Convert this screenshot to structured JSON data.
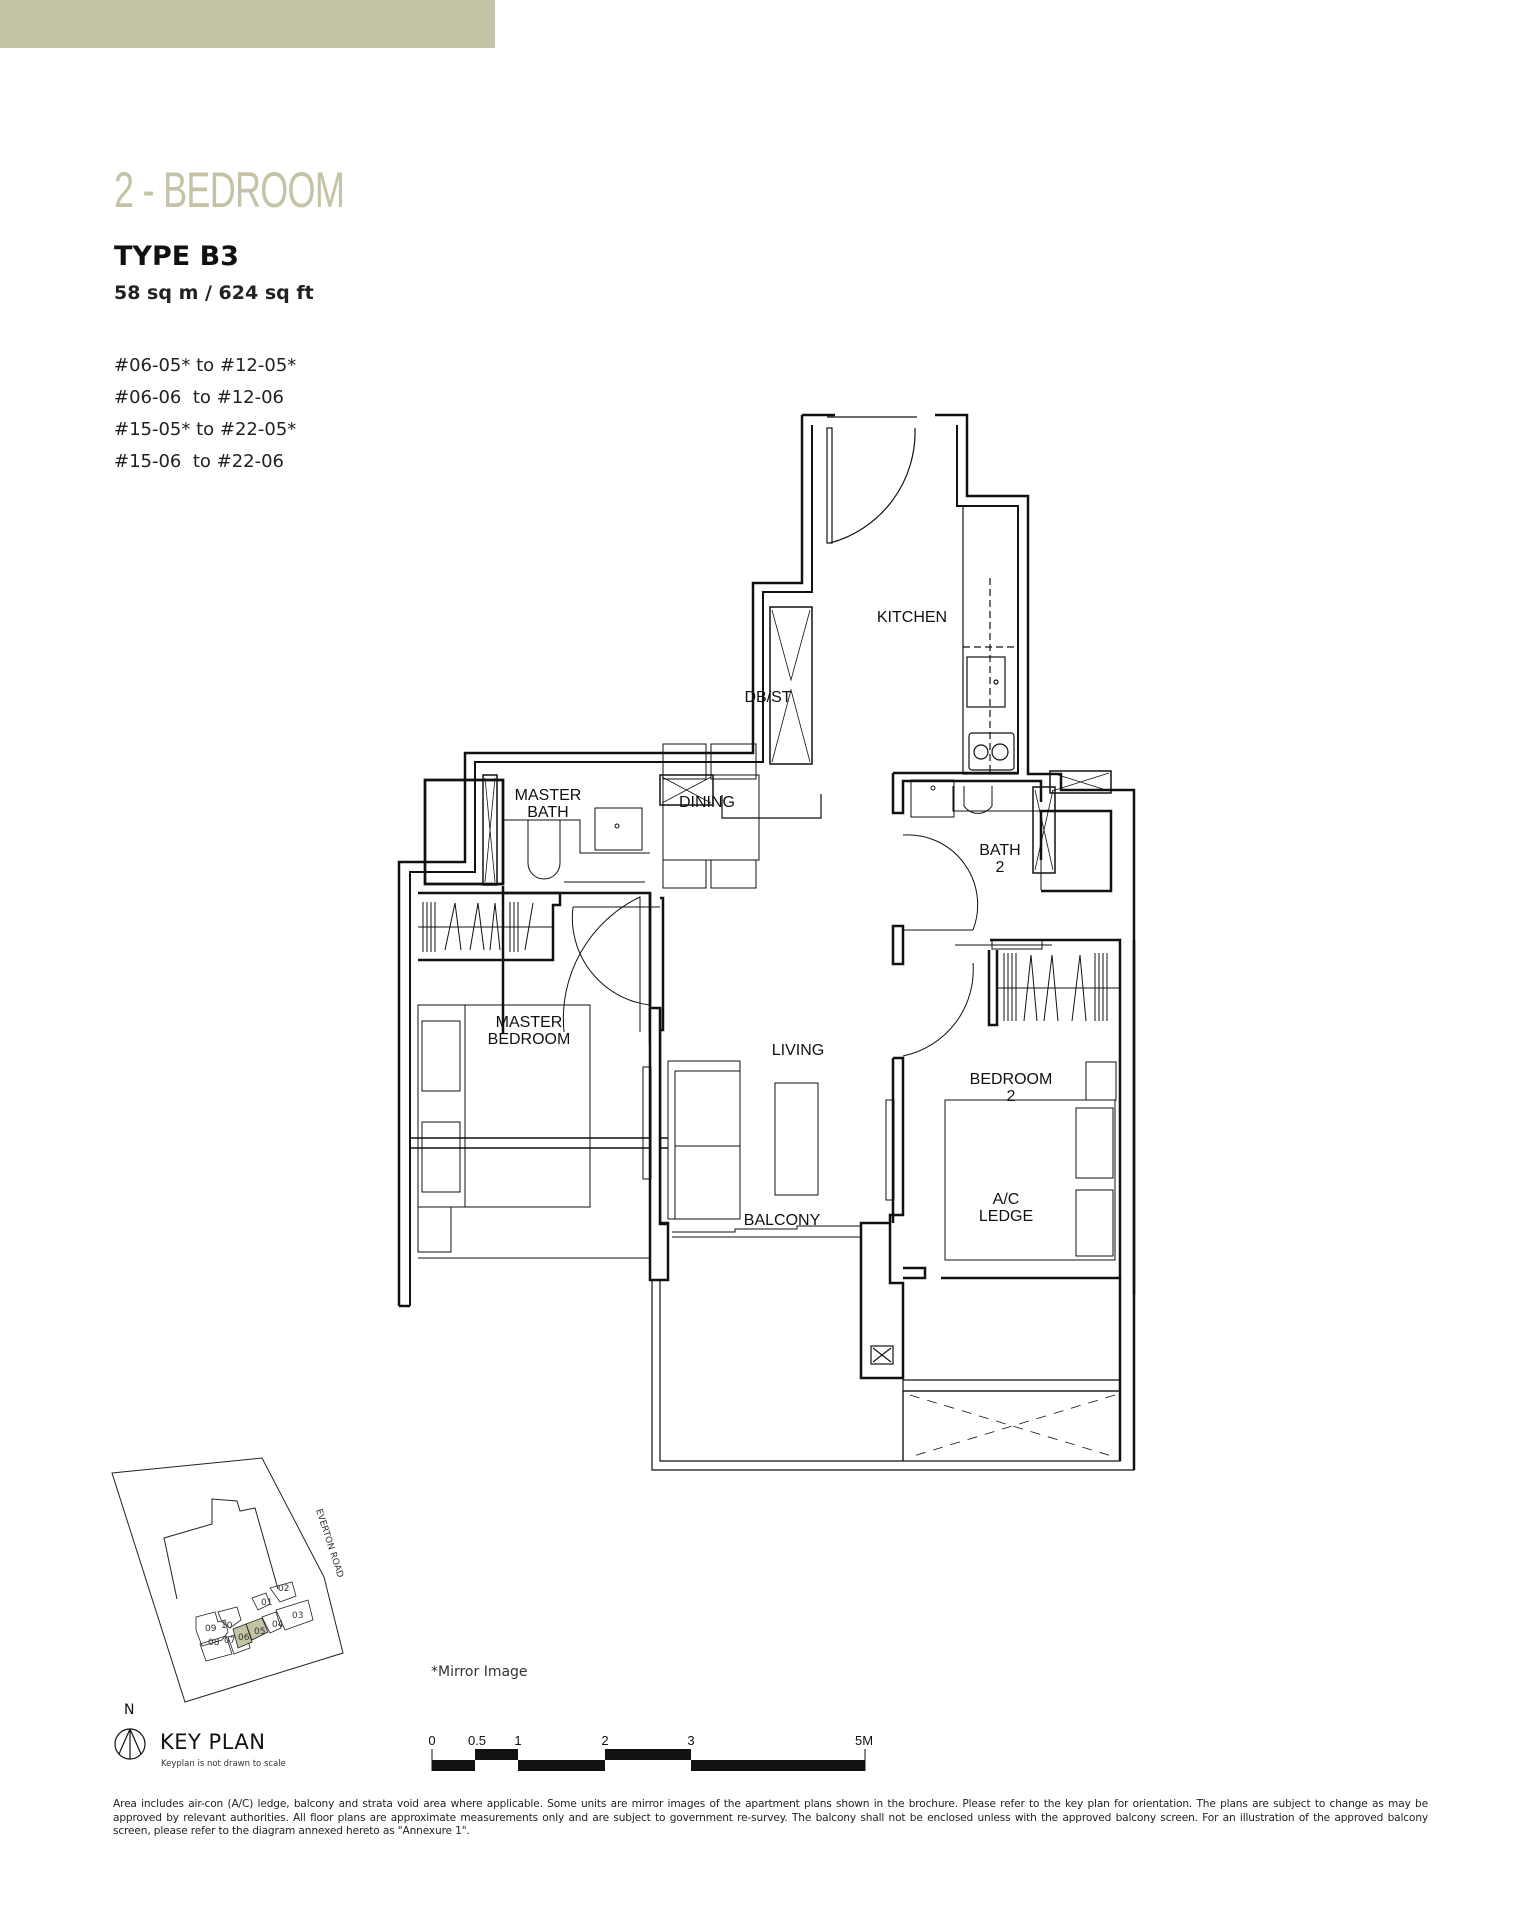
{
  "header": {
    "accent_color": "#c4c3a6",
    "category": "2 - BEDROOM",
    "type": "TYPE B3",
    "size": "58 sq m / 624 sq ft",
    "units": [
      "#06-05* to #12-05*",
      "#06-06  to #12-06",
      "#15-05* to #22-05*",
      "#15-06  to #22-06"
    ]
  },
  "floor_plan": {
    "rooms": {
      "kitchen": "KITCHEN",
      "dbst": "DB/ST",
      "master_bath_1": "MASTER",
      "master_bath_2": "BATH",
      "dining": "DINING",
      "bath2_1": "BATH",
      "bath2_2": "2",
      "master_bedroom_1": "MASTER",
      "master_bedroom_2": "BEDROOM",
      "living": "LIVING",
      "bedroom2_1": "BEDROOM",
      "bedroom2_2": "2",
      "balcony": "BALCONY",
      "ac_ledge_1": "A/C",
      "ac_ledge_2": "LEDGE"
    }
  },
  "notes": {
    "mirror": "*Mirror Image"
  },
  "scale_bar": {
    "labels": [
      "0",
      "0.5",
      "1",
      "2",
      "3",
      "5M"
    ]
  },
  "key_plan": {
    "north": "N",
    "title": "KEY PLAN",
    "subtitle": "Keyplan is not drawn to scale",
    "road": "EVERTON ROAD",
    "highlight_color": "#c4c3a6",
    "blocks": [
      "01",
      "02",
      "03",
      "04",
      "05",
      "06",
      "07",
      "08",
      "09",
      "10"
    ],
    "highlighted": [
      "05",
      "06"
    ]
  },
  "footnote": "Area includes air-con (A/C) ledge, balcony and strata void area where applicable. Some units are mirror images of the apartment plans shown in the brochure. Please refer to the key plan for orientation. The plans are subject to change as may be approved by relevant authorities. All floor plans are approximate measurements only and are subject to government re-survey. The balcony shall not be enclosed unless with the approved balcony screen. For an illustration of the approved balcony screen, please refer to the diagram annexed hereto as \"Annexure 1\"."
}
